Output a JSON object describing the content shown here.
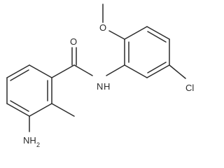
{
  "molecule": {
    "atom_labels": {
      "carbonyl_oxygen": "O",
      "amide_nitrogen": "N",
      "amide_hydrogen": "H",
      "ether_oxygen": "O",
      "chlorine": "Cl",
      "amine_nitrogen": "NH",
      "amine_subscript": "2"
    }
  }
}
